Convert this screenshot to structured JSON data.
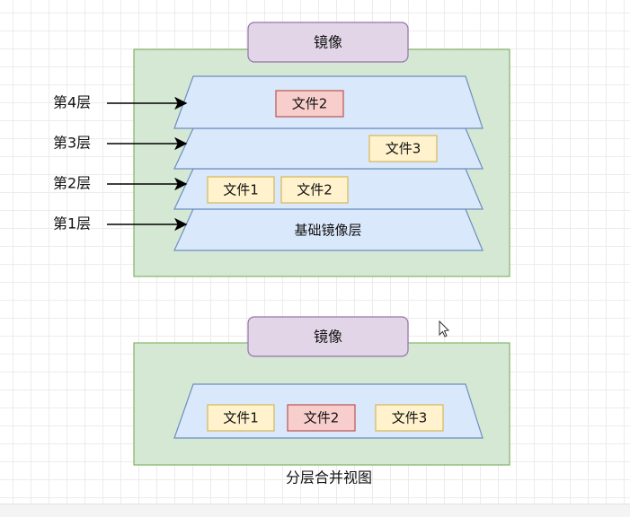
{
  "diagram": {
    "top": {
      "container_label": "镜像",
      "layer_labels": [
        "第4层",
        "第3层",
        "第2层",
        "第1层"
      ],
      "base_layer_label": "基础镜像层",
      "layer4_files": [
        "文件2"
      ],
      "layer3_files": [
        "文件3"
      ],
      "layer2_files": [
        "文件1",
        "文件2"
      ]
    },
    "bottom": {
      "container_label": "镜像",
      "merged_files": [
        "文件1",
        "文件2",
        "文件3"
      ],
      "caption": "分层合并视图"
    }
  },
  "colors": {
    "container_fill": "#d5e8d4",
    "container_stroke": "#82b366",
    "title_fill": "#e1d5e7",
    "title_stroke": "#9673a6",
    "layer_fill": "#dae8fc",
    "layer_stroke": "#6c8ebf",
    "file_fill": "#fff2cc",
    "file_stroke": "#d6b656",
    "changed_file_fill": "#f8cecc",
    "changed_file_stroke": "#b85450"
  }
}
